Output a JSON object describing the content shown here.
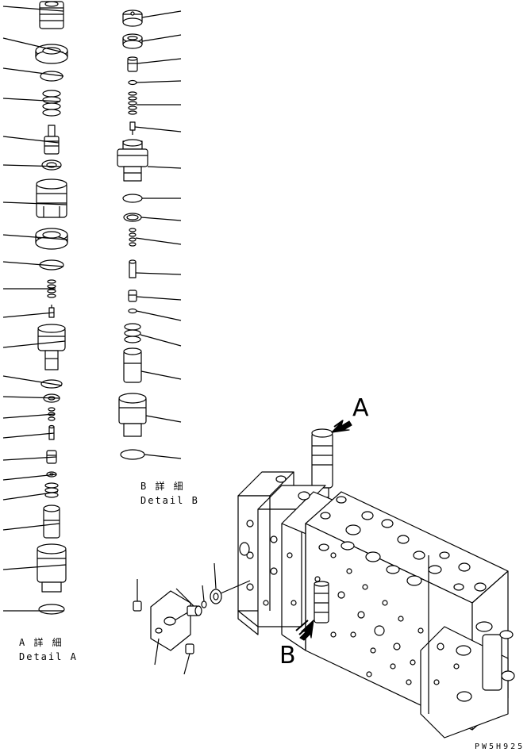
{
  "view_a_marker": "A",
  "view_b_marker": "B",
  "detail_a": {
    "jp": "A 詳 細",
    "en": "Detail A"
  },
  "detail_b": {
    "jp": "B 詳 細",
    "en": "Detail B"
  },
  "drawing_code": "PW5H925",
  "colors": {
    "line": "#000000",
    "background": "#ffffff"
  }
}
